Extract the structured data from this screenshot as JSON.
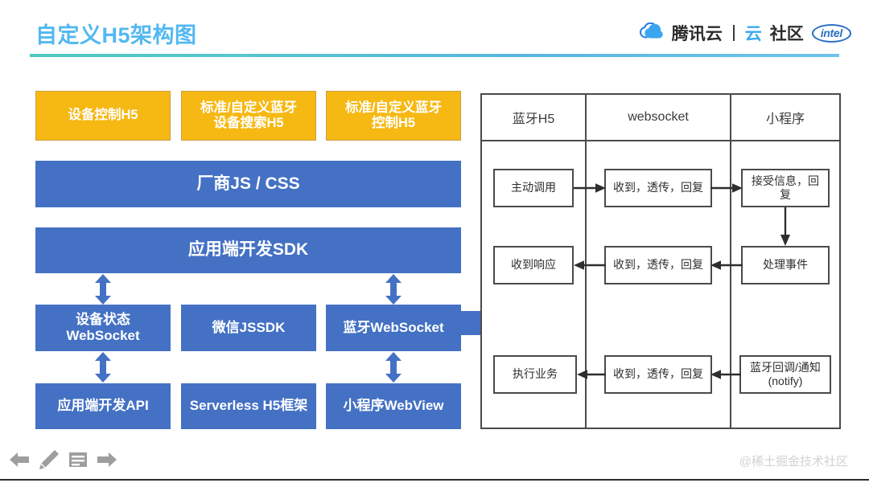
{
  "slide": {
    "title": "自定义H5架构图"
  },
  "brand": {
    "cloud_icon": "tencent-cloud-icon",
    "tencent_text": "腾讯云",
    "divider": "|",
    "community_blue": "云",
    "community_text": "社区",
    "intel_label": "intel"
  },
  "left_stack": {
    "top_row": [
      {
        "label": "设备控制H5"
      },
      {
        "label": "标准/自定义蓝牙\n设备搜索H5"
      },
      {
        "label": "标准/自定义蓝牙\n控制H5"
      }
    ],
    "vendor_bar": {
      "label": "厂商JS / CSS"
    },
    "sdk_bar": {
      "label": "应用端开发SDK"
    },
    "mid_row": [
      {
        "label": "设备状态\nWebSocket"
      },
      {
        "label": "微信JSSDK"
      },
      {
        "label": "蓝牙WebSocket"
      }
    ],
    "bottom_row": [
      {
        "label": "应用端开发API"
      },
      {
        "label": "Serverless H5框架"
      },
      {
        "label": "小程序WebView"
      }
    ]
  },
  "flow_arrow": {
    "icon": "right-arrow-icon"
  },
  "right_panel": {
    "columns": [
      {
        "header": "蓝牙H5"
      },
      {
        "header": "websocket"
      },
      {
        "header": "小程序"
      }
    ],
    "rows": [
      {
        "bluetooth": "主动调用",
        "websocket": "收到，透传，回复",
        "miniprogram": "接受信息，回\n复"
      },
      {
        "bluetooth": "收到响应",
        "websocket": "收到，透传，回复",
        "miniprogram": "处理事件"
      },
      {
        "bluetooth": "执行业务",
        "websocket": "收到，透传，回复",
        "miniprogram": "蓝牙回调/通知\n(notify)"
      }
    ]
  },
  "footer": {
    "icons": [
      {
        "name": "previous-arrow-icon"
      },
      {
        "name": "pencil-icon"
      },
      {
        "name": "notes-icon"
      },
      {
        "name": "next-arrow-icon"
      }
    ],
    "watermark": "@稀土掘金技术社区"
  },
  "colors": {
    "title_blue": "#53b8f0",
    "orange": "#f6b813",
    "blue": "#4471c4",
    "rule_teal": "#4fc9c0",
    "panel_border": "#4a4a4a",
    "watermark_gray": "#d2d2d2"
  }
}
